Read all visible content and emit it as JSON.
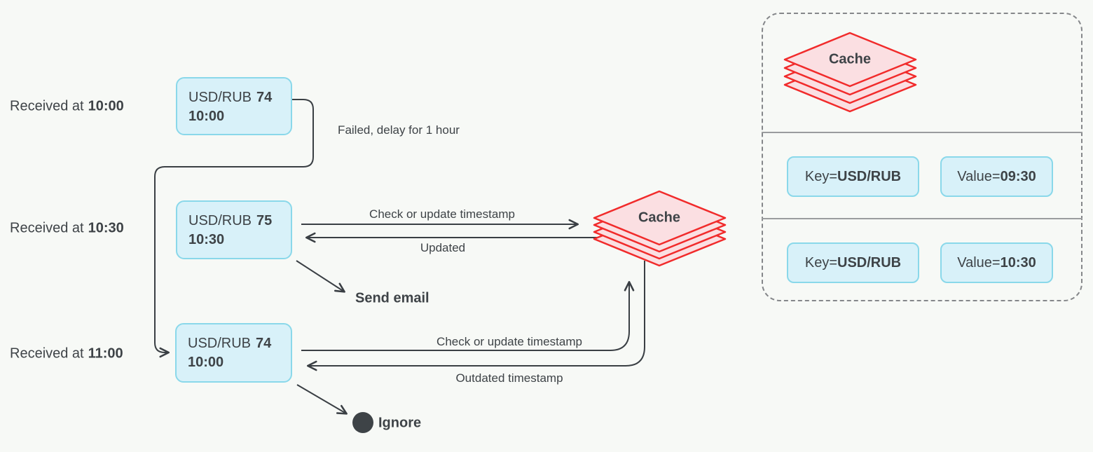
{
  "received": [
    {
      "prefix": "Received at",
      "time": "10:00"
    },
    {
      "prefix": "Received at",
      "time": "10:30"
    },
    {
      "prefix": "Received at",
      "time": "11:00"
    }
  ],
  "messages": [
    {
      "pair": "USD/RUB",
      "rate": "74",
      "time": "10:00"
    },
    {
      "pair": "USD/RUB",
      "rate": "75",
      "time": "10:30"
    },
    {
      "pair": "USD/RUB",
      "rate": "74",
      "time": "10:00"
    }
  ],
  "cache_main": {
    "label": "Cache"
  },
  "arrow_labels": {
    "failed": "Failed, delay for 1 hour",
    "check_update_1": "Check or update timestamp",
    "updated": "Updated",
    "send_email": "Send email",
    "check_update_2": "Check or update timestamp",
    "outdated": "Outdated timestamp",
    "ignore": "Ignore"
  },
  "panel": {
    "cache_label": "Cache",
    "rows": [
      {
        "key_prefix": "Key=",
        "key": "USD/RUB",
        "value_prefix": "Value=",
        "value": "09:30"
      },
      {
        "key_prefix": "Key=",
        "key": "USD/RUB",
        "value_prefix": "Value=",
        "value": "10:30"
      }
    ]
  },
  "colors": {
    "background": "#f7f9f6",
    "box_fill": "#d8f1f9",
    "box_border": "#8ad8ea",
    "cache_fill": "#fbdfe2",
    "cache_border": "#f12b2b",
    "line": "#3a3f44",
    "text": "#3e4347",
    "panel_border": "#85878a",
    "divider": "#9a9c9e"
  }
}
